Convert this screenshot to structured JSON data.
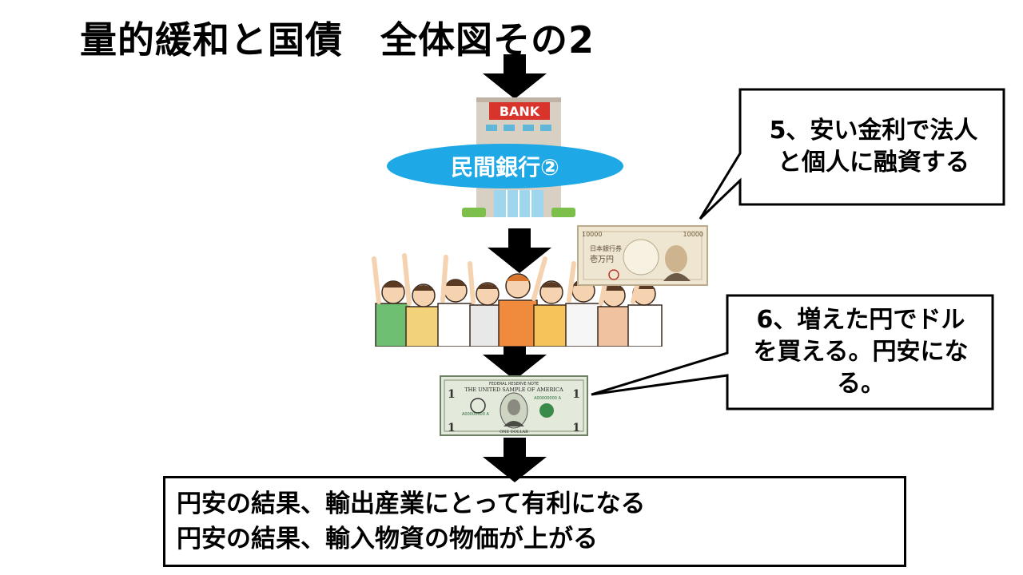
{
  "title": "量的緩和と国債　全体図その2",
  "bank": {
    "sign": "BANK",
    "label": "民間銀行②"
  },
  "yen_note": {
    "denomination": "10000",
    "text_top": "日本銀行券",
    "text_amount": "壱万円"
  },
  "dollar_note": {
    "header": "FEDERAL RESERVE NOTE",
    "line": "THE UNITED SAMPLE OF AMERICA",
    "serial": "A00000000 A",
    "footer": "ONE DOLLAR",
    "digit": "1"
  },
  "callouts": [
    {
      "line1": "5、安い金利で法人",
      "line2": "と個人に融資する"
    },
    {
      "line1": "6、増えた円でドル",
      "line2": "を買える。円安にな",
      "line3": "る。"
    }
  ],
  "results": [
    "円安の結果、輸出産業にとって有利になる",
    "円安の結果、輸入物資の物価が上がる"
  ],
  "colors": {
    "bank_label_bg": "#1fa8e6",
    "bank_sign": "#d9342b",
    "arrow": "#000000"
  }
}
